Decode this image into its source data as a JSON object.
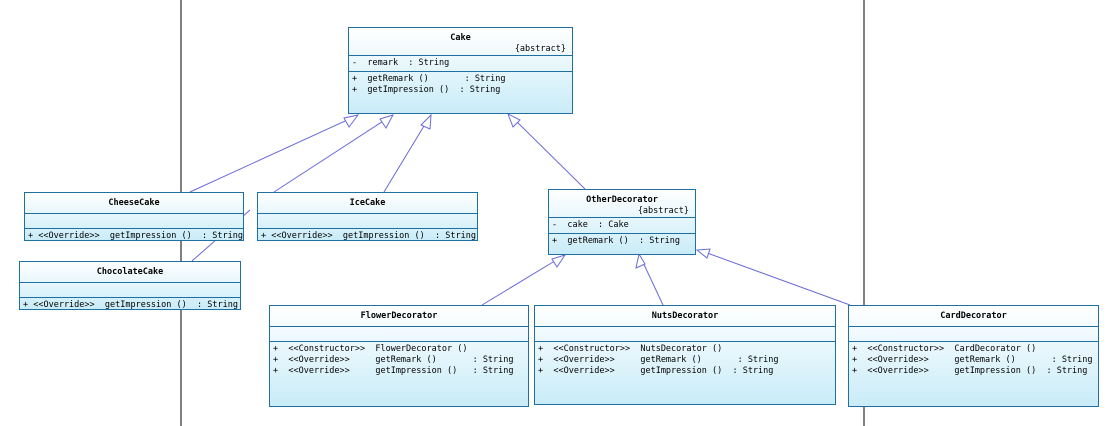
{
  "classes": {
    "cake": {
      "name": "Cake",
      "stereotype": "{abstract}",
      "attrs": [
        "-  remark  : String"
      ],
      "ops": [
        "+  getRemark ()       : String",
        "+  getImpression ()  : String"
      ]
    },
    "cheese": {
      "name": "CheeseCake",
      "ops": [
        "+ <<Override>>  getImpression ()  : String"
      ]
    },
    "ice": {
      "name": "IceCake",
      "ops": [
        "+ <<Override>>  getImpression ()  : String"
      ]
    },
    "chocolate": {
      "name": "ChocolateCake",
      "ops": [
        "+ <<Override>>  getImpression ()  : String"
      ]
    },
    "other": {
      "name": "OtherDecorator",
      "stereotype": "{abstract}",
      "attrs": [
        "-  cake  : Cake"
      ],
      "ops": [
        "+  getRemark ()  : String"
      ]
    },
    "flower": {
      "name": "FlowerDecorator",
      "ops": [
        "+  <<Constructor>>  FlowerDecorator ()",
        "+  <<Override>>     getRemark ()       : String",
        "+  <<Override>>     getImpression ()   : String"
      ]
    },
    "nuts": {
      "name": "NutsDecorator",
      "ops": [
        "+  <<Constructor>>  NutsDecorator ()",
        "+  <<Override>>     getRemark ()       : String",
        "+  <<Override>>     getImpression ()  : String"
      ]
    },
    "card": {
      "name": "CardDecorator",
      "ops": [
        "+  <<Constructor>>  CardDecorator ()",
        "+  <<Override>>     getRemark ()       : String",
        "+  <<Override>>     getImpression ()  : String"
      ]
    }
  },
  "colors": {
    "border": "#1f6fa0",
    "fill_top": "#ffffff",
    "fill_bottom": "#c9ecf8",
    "line": "#6a6ad8"
  }
}
